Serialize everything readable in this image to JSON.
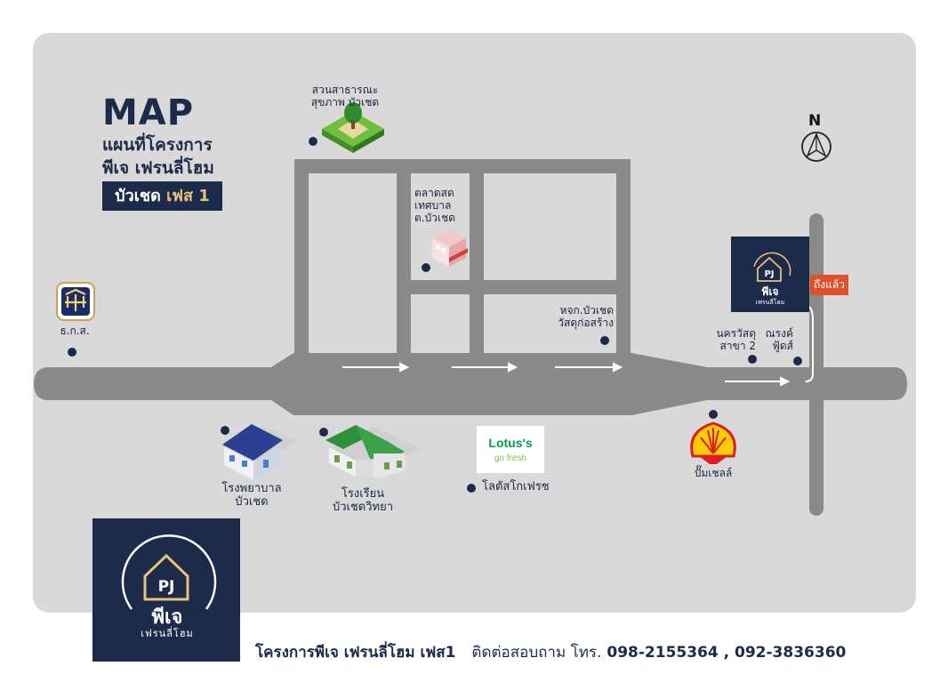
{
  "header": {
    "title": "MAP",
    "subtitle_line1": "แผนที่โครงการ",
    "subtitle_line2": "พีเจ เฟรนลี่โฮม",
    "phase_prefix": "บัวเชด",
    "phase_highlight": "เฟส 1"
  },
  "landmarks": {
    "park": {
      "line1": "สวนสาธารณะ",
      "line2": "สุขภาพ บัวเชด"
    },
    "market": {
      "line1": "ตลาดสด",
      "line2": "เทศบาล",
      "line3": "ต.บัวเชด"
    },
    "bank": {
      "label": "ธ.ก.ส."
    },
    "hardware": {
      "line1": "หจก.บัวเชด",
      "line2": "วัสดุก่อสร้าง"
    },
    "nakhon": {
      "line1": "นครวัสดุ",
      "line2": "สาขา 2"
    },
    "narong": {
      "line1": "ณรงค์",
      "line2": "ฟู้ดส์"
    },
    "hospital": {
      "line1": "โรงพยาบาล",
      "line2": "บัวเชด"
    },
    "school": {
      "line1": "โรงเรียน",
      "line2": "บัวเชดวิทยา"
    },
    "lotus": {
      "label": "โลตัสโกเฟรช",
      "logo_main": "Lotus's",
      "logo_sub": "go fresh"
    },
    "shell": {
      "label": "ปั๊มเชลล์"
    }
  },
  "project_marker": {
    "pj": "PJ",
    "name": "พีเจ",
    "sub": "เฟรนลี่โฮม"
  },
  "arrived_label": "ถึงแล้ว",
  "compass": {
    "letter": "N"
  },
  "big_logo": {
    "pj": "PJ",
    "name": "พีเจ",
    "sub": "เฟรนลี่โฮม"
  },
  "footer": {
    "project": "โครงการพีเจ เฟรนลี่โฮม เฟส1",
    "contact_prefix": "ติดต่อสอบถาม โทร.",
    "phones": "098-2155364 , 092-3836360"
  },
  "colors": {
    "panel": "#d9d9d9",
    "road": "#8a8a8a",
    "navy": "#1c2b4a",
    "gold": "#e8c27a",
    "arrived": "#e0502b",
    "shell_red": "#dd1d21",
    "shell_yellow": "#fbce07",
    "lotus_green": "#00a14b"
  }
}
